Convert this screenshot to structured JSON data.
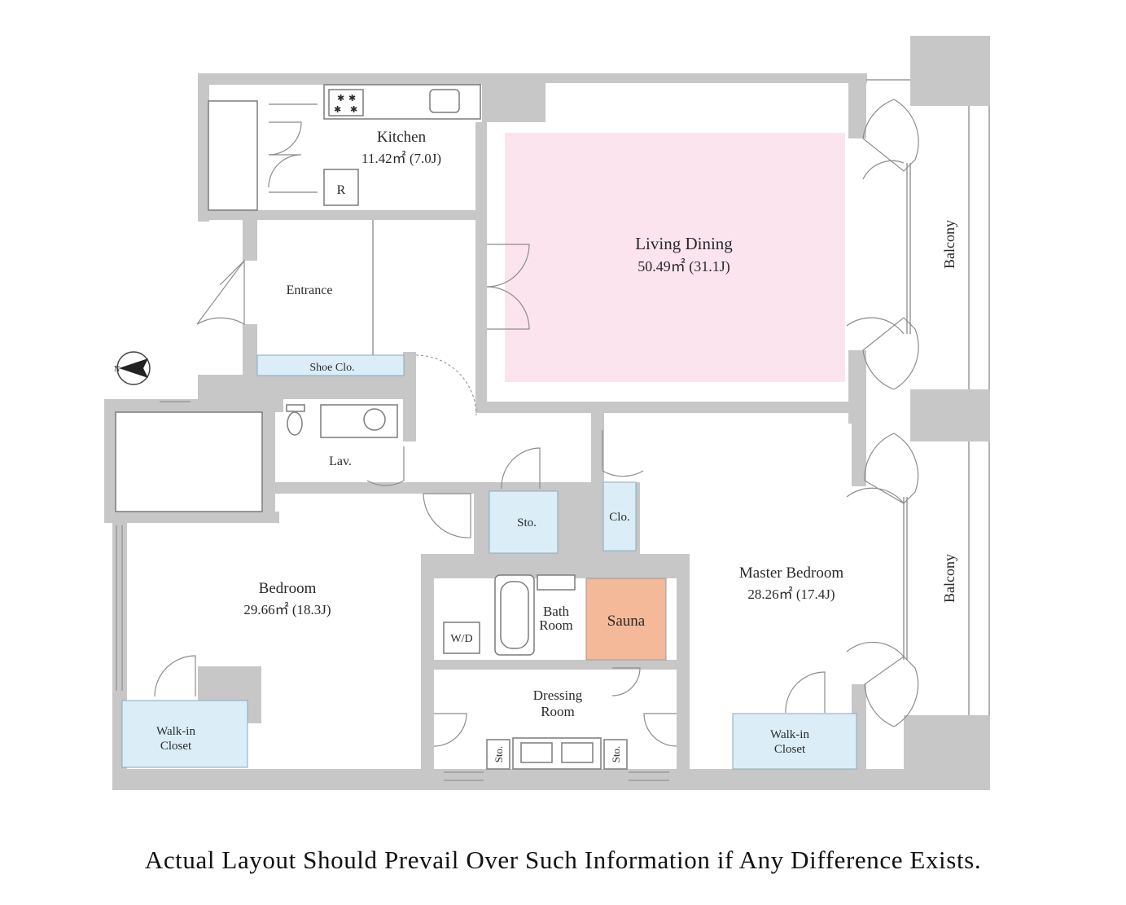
{
  "colors": {
    "wall": "#c7c7c7",
    "living_dining_fill": "#fbe4ee",
    "storage_fill": "#dbeef8",
    "sauna_fill": "#f4b998",
    "background": "#ffffff"
  },
  "rooms": {
    "kitchen": {
      "name": "Kitchen",
      "area": "11.42㎡ (7.0J)"
    },
    "living_dining": {
      "name": "Living Dining",
      "area": "50.49㎡ (31.1J)"
    },
    "entrance": {
      "name": "Entrance"
    },
    "shoe_closet": {
      "name": "Shoe Clo."
    },
    "lavatory": {
      "name": "Lav."
    },
    "storage_center": {
      "name": "Sto."
    },
    "closet_center": {
      "name": "Clo."
    },
    "bedroom": {
      "name": "Bedroom",
      "area": "29.66㎡ (18.3J)"
    },
    "bath_room": {
      "line1": "Bath",
      "line2": "Room"
    },
    "sauna": {
      "name": "Sauna"
    },
    "washer_dryer": {
      "name": "W/D"
    },
    "dressing_room": {
      "line1": "Dressing",
      "line2": "Room"
    },
    "dressing_storage_left": {
      "name": "Sto."
    },
    "dressing_storage_right": {
      "name": "Sto."
    },
    "master_bedroom": {
      "name": "Master Bedroom",
      "area": "28.26㎡ (17.4J)"
    },
    "walk_in_closet_left": {
      "line1": "Walk-in",
      "line2": "Closet"
    },
    "walk_in_closet_right": {
      "line1": "Walk-in",
      "line2": "Closet"
    },
    "balcony_upper": {
      "name": "Balcony"
    },
    "balcony_lower": {
      "name": "Balcony"
    },
    "refrigerator": {
      "name": "R"
    }
  },
  "compass": {
    "label": "N",
    "icon": "north-arrow-icon"
  },
  "footer": {
    "note": "Actual Layout Should Prevail Over Such Information if Any Difference Exists."
  }
}
